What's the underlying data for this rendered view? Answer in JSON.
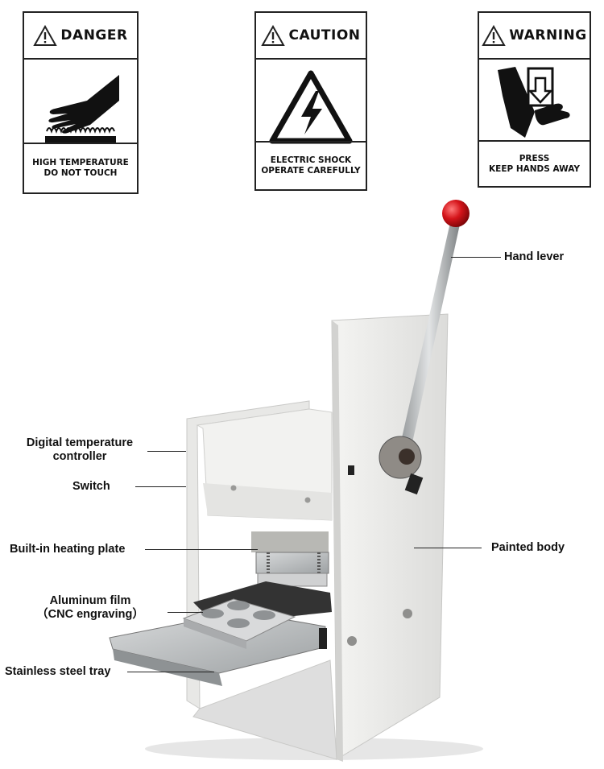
{
  "signs": {
    "danger": {
      "title": "DANGER",
      "line1": "HIGH TEMPERATURE",
      "line2": "DO NOT TOUCH"
    },
    "caution": {
      "title": "CAUTION",
      "line1": "ELECTRIC SHOCK",
      "line2": "OPERATE CAREFULLY"
    },
    "warning": {
      "title": "WARNING",
      "line1": "PRESS",
      "line2": "KEEP HANDS AWAY"
    }
  },
  "labels": {
    "hand_lever": "Hand lever",
    "temp_controller_line1": "Digital temperature",
    "temp_controller_line2": "controller",
    "switch": "Switch",
    "heating_plate": "Built-in heating plate",
    "painted_body": "Painted body",
    "aluminum_film_line1": "Aluminum film",
    "aluminum_film_line2": "（CNC engraving）",
    "stainless_tray": "Stainless steel tray"
  },
  "colors": {
    "knob": "#d4141a",
    "body": "#ededeb",
    "steel": "#b9bcbd",
    "outline": "#222222"
  }
}
